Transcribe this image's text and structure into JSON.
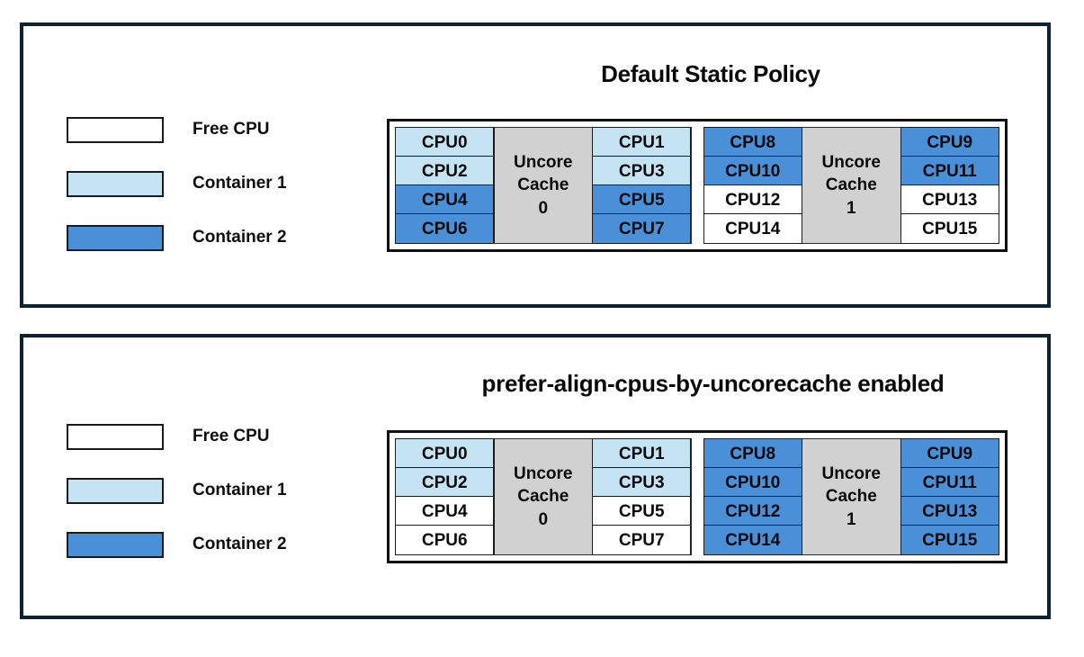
{
  "colors": {
    "free": "#ffffff",
    "container1": "#c5e4f3",
    "container2": "#4a90d9",
    "cache": "#d1d1d1",
    "panel_border": "#0d2233",
    "text": "#0a0a0a"
  },
  "legend": {
    "items": [
      {
        "label": "Free CPU",
        "swatch": "free"
      },
      {
        "label": "Container 1",
        "swatch": "container1"
      },
      {
        "label": "Container 2",
        "swatch": "container2"
      }
    ]
  },
  "panels": [
    {
      "title": "Default Static Policy",
      "groups": [
        {
          "cache_line1": "Uncore",
          "cache_line2": "Cache",
          "cache_line3": "0",
          "left_col": [
            {
              "label": "CPU0",
              "state": "container1"
            },
            {
              "label": "CPU2",
              "state": "container1"
            },
            {
              "label": "CPU4",
              "state": "container2"
            },
            {
              "label": "CPU6",
              "state": "container2"
            }
          ],
          "right_col": [
            {
              "label": "CPU1",
              "state": "container1"
            },
            {
              "label": "CPU3",
              "state": "container1"
            },
            {
              "label": "CPU5",
              "state": "container2"
            },
            {
              "label": "CPU7",
              "state": "container2"
            }
          ]
        },
        {
          "cache_line1": "Uncore",
          "cache_line2": "Cache",
          "cache_line3": "1",
          "left_col": [
            {
              "label": "CPU8",
              "state": "container2"
            },
            {
              "label": "CPU10",
              "state": "container2"
            },
            {
              "label": "CPU12",
              "state": "free"
            },
            {
              "label": "CPU14",
              "state": "free"
            }
          ],
          "right_col": [
            {
              "label": "CPU9",
              "state": "container2"
            },
            {
              "label": "CPU11",
              "state": "container2"
            },
            {
              "label": "CPU13",
              "state": "free"
            },
            {
              "label": "CPU15",
              "state": "free"
            }
          ]
        }
      ]
    },
    {
      "title": "prefer-align-cpus-by-uncorecache enabled",
      "groups": [
        {
          "cache_line1": "Uncore",
          "cache_line2": "Cache",
          "cache_line3": "0",
          "left_col": [
            {
              "label": "CPU0",
              "state": "container1"
            },
            {
              "label": "CPU2",
              "state": "container1"
            },
            {
              "label": "CPU4",
              "state": "free"
            },
            {
              "label": "CPU6",
              "state": "free"
            }
          ],
          "right_col": [
            {
              "label": "CPU1",
              "state": "container1"
            },
            {
              "label": "CPU3",
              "state": "container1"
            },
            {
              "label": "CPU5",
              "state": "free"
            },
            {
              "label": "CPU7",
              "state": "free"
            }
          ]
        },
        {
          "cache_line1": "Uncore",
          "cache_line2": "Cache",
          "cache_line3": "1",
          "left_col": [
            {
              "label": "CPU8",
              "state": "container2"
            },
            {
              "label": "CPU10",
              "state": "container2"
            },
            {
              "label": "CPU12",
              "state": "container2"
            },
            {
              "label": "CPU14",
              "state": "container2"
            }
          ],
          "right_col": [
            {
              "label": "CPU9",
              "state": "container2"
            },
            {
              "label": "CPU11",
              "state": "container2"
            },
            {
              "label": "CPU13",
              "state": "container2"
            },
            {
              "label": "CPU15",
              "state": "container2"
            }
          ]
        }
      ]
    }
  ]
}
